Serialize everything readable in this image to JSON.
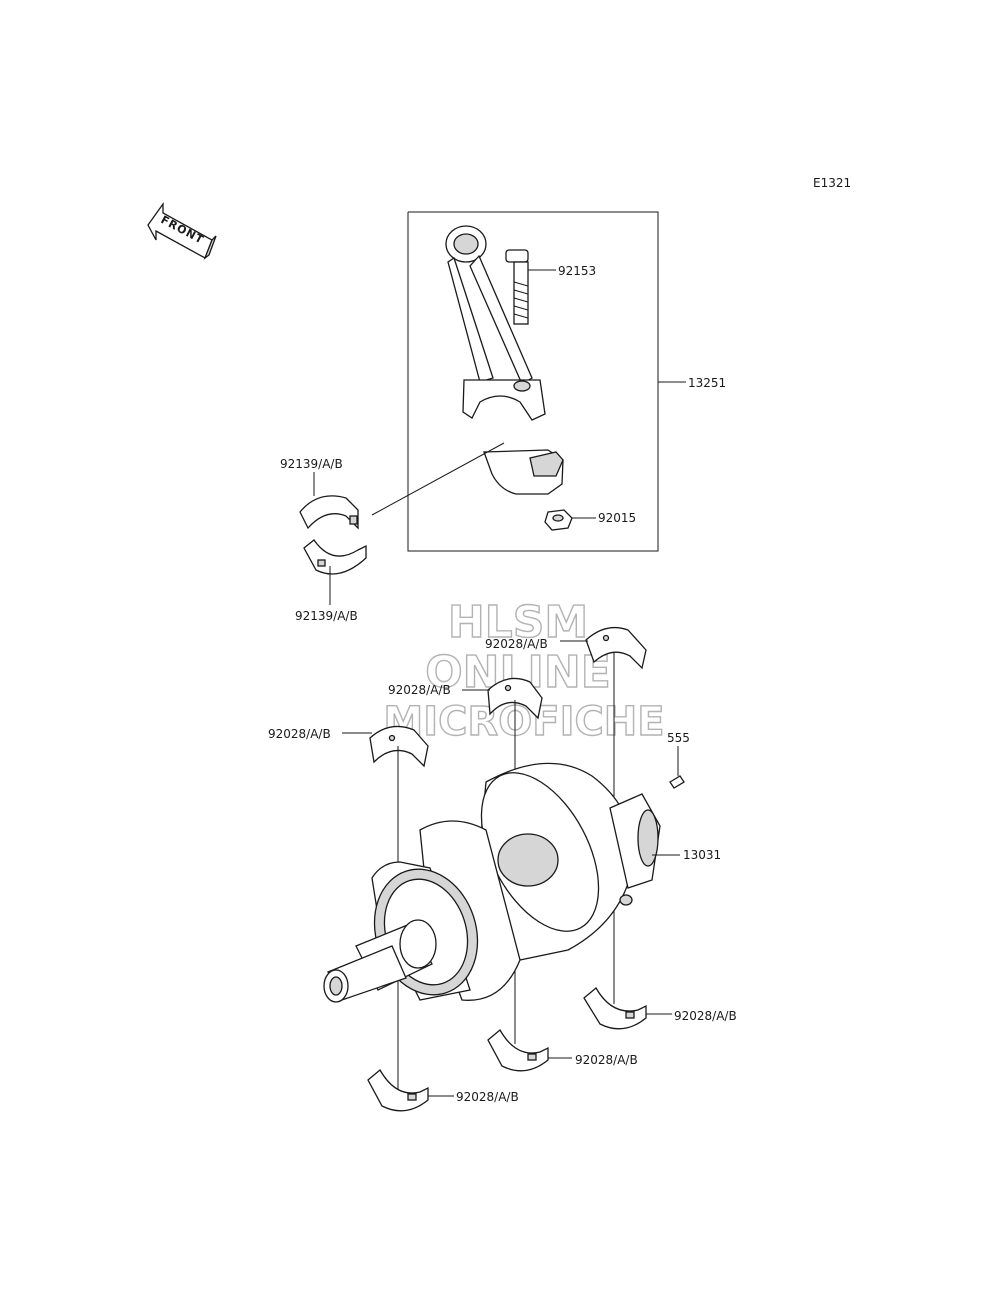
{
  "diagram_code": "E1321",
  "front_label": "FRONT",
  "watermark": [
    "HLSM",
    "ONLINE",
    "MICROFICHE"
  ],
  "parts": {
    "rod_assembly": "13251",
    "rod_bolt": "92153",
    "rod_nut": "92015",
    "rod_bearing_upper": "92139/A/B",
    "rod_bearing_lower": "92139/A/B",
    "crankshaft": "13031",
    "pin": "555",
    "main_bearing_1": "92028/A/B",
    "main_bearing_2": "92028/A/B",
    "main_bearing_3": "92028/A/B",
    "main_bearing_4": "92028/A/B",
    "main_bearing_5": "92028/A/B",
    "main_bearing_6": "92028/A/B"
  }
}
